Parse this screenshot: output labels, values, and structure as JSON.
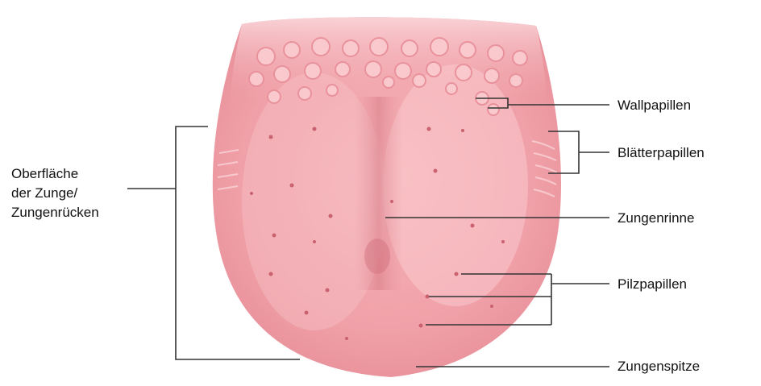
{
  "labels": {
    "wallpapillen": "Wallpapillen",
    "blaetterpapillen": "Blätterpapillen",
    "zungenrinne": "Zungenrinne",
    "pilzpapillen": "Pilzpapillen",
    "zungenspitze": "Zungenspitze",
    "oberflaeche_line1": "Oberfläche",
    "oberflaeche_line2": "der Zunge/",
    "oberflaeche_line3": "Zungenrücken"
  },
  "colors": {
    "tongue_base": "#f2a6ad",
    "tongue_light": "#f7c3c8",
    "tongue_dark": "#e48792",
    "leader_line": "#333333",
    "text": "#111111"
  }
}
